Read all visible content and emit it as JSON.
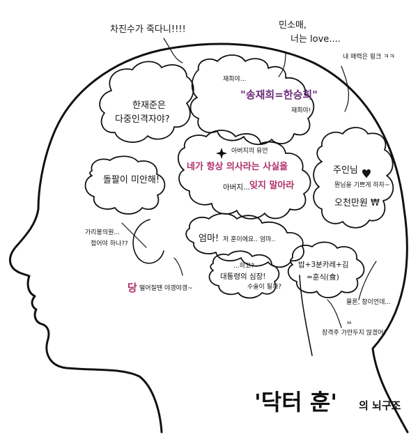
{
  "colors": {
    "ink": "#111111",
    "accent_pink": "#b0306a",
    "accent_purple": "#6b2a7a",
    "background": "#ffffff"
  },
  "icons": [
    "sparkle-icon",
    "heart-icon"
  ],
  "labels": {
    "top_left": "차진수가 죽다니!!!!",
    "top_right_1": "민소매,",
    "top_right_2": "너는 love....",
    "far_right": "내 매력은 윙크 ㅋㅋ",
    "jaehee_1": "재희야...",
    "jaehee_name": "\"송재희=한승희\"",
    "jaehee_2": "재희야!",
    "hanjaejun_1": "한재준은",
    "hanjaejun_2": "다중인격자야?",
    "father_1": "아버지의 유언",
    "father_2": "네가 항상 의사라는 사실을",
    "father_3": "아버지...",
    "father_4": "잊지 말아라",
    "joo_1": "주인님",
    "joo_2": "뭔님을 기쁘게 하자~",
    "joo_3": "오천만원 ₩",
    "dolpari": "돌팔이 미안해!",
    "garibong_1": "가리봉의원...",
    "garibong_2": "접어야 하나??",
    "mom_1": "엄마!",
    "mom_2": "저 훈이에요.. 엄마..",
    "heart_1": "...하고?",
    "heart_2": "대통령의 심장!",
    "heart_3": "수술이 될까?",
    "rice_1": "밥+3분카레+김",
    "rice_2": "=훈식(食)",
    "dang_1": "당",
    "dang_2": "떨어질땐 야갱야갱~",
    "mullon": "물론, 창이언데...",
    "jaekyung_1": "ㅆ",
    "jaekyung_2": "장격주 가만두지 않겠어!",
    "title_main": "'닥터 훈'",
    "title_sub": "의 뇌구조"
  }
}
